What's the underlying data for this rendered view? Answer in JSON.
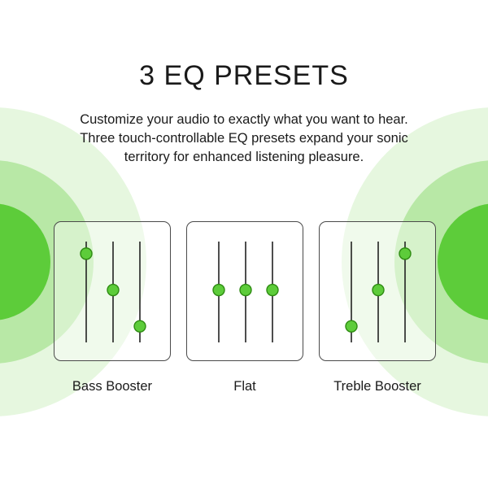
{
  "header": {
    "title": "3 EQ PRESETS",
    "description_lines": [
      "Customize your audio to exactly what you want to hear.",
      "Three touch-controllable EQ presets expand your sonic",
      "territory for enhanced listening pleasure."
    ]
  },
  "colors": {
    "accent_green": "#5dcc3a",
    "knob_stroke": "#2e8b12",
    "text": "#1a1a1a",
    "slider_line": "#222222"
  },
  "presets": [
    {
      "label": "Bass Booster",
      "slider_levels": [
        0.88,
        0.52,
        0.16
      ]
    },
    {
      "label": "Flat",
      "slider_levels": [
        0.52,
        0.52,
        0.52
      ]
    },
    {
      "label": "Treble Booster",
      "slider_levels": [
        0.16,
        0.52,
        0.88
      ]
    }
  ]
}
